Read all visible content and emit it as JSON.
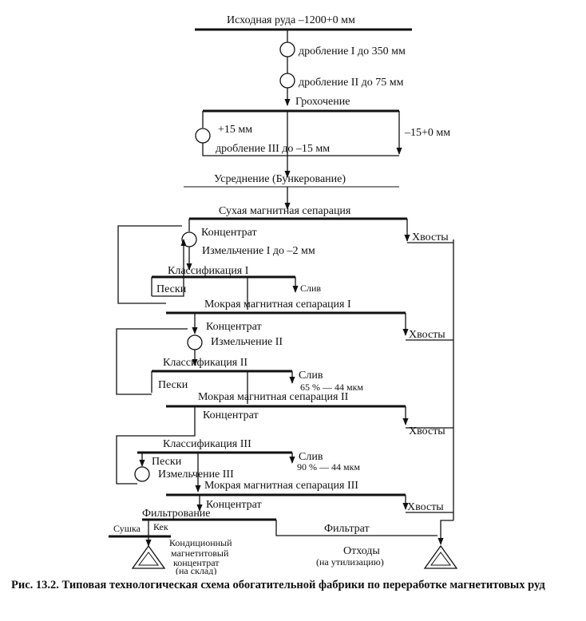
{
  "diagram": {
    "labels": {
      "ore": "Исходная руда –1200+0 мм",
      "crush1": "дробление I до 350 мм",
      "crush2": "дробление II до 75 мм",
      "screening": "Грохочение",
      "plus15": "+15 мм",
      "crush3": "дробление III до –15 мм",
      "minus15": "–15+0 мм",
      "averaging": "Усреднение (Бункерование)",
      "dry_sep": "Сухая магнитная сепарация",
      "conc1": "Концентрат",
      "grind1": "Измельчение I до –2 мм",
      "tails1": "Хвосты",
      "class1": "Классификация I",
      "sands1": "Пески",
      "slime1": "Слив",
      "wet_sep1": "Мокрая магнитная сепарация I",
      "conc2": "Концентрат",
      "grind2": "Измельчение II",
      "tails2": "Хвосты",
      "class2": "Классификация II",
      "sands2": "Пески",
      "slime2": "Слив",
      "slime2_size": "65 % — 44 мкм",
      "wet_sep2": "Мокрая магнитная сепарация II",
      "conc3": "Концентрат",
      "tails3": "Хвосты",
      "class3": "Классификация III",
      "sands3": "Пески",
      "slime3": "Слив",
      "slime3_size": "90 % — 44 мкм",
      "grind3": "Измельчение III",
      "wet_sep3": "Мокрая магнитная сепарация III",
      "conc4": "Концентрат",
      "tails4": "Хвосты",
      "filtration": "Фильтрование",
      "drying": "Сушка",
      "cake": "Кек",
      "filtrate": "Фильтрат",
      "final_conc": "Кондиционный магнетитовый концентрат (на склад)",
      "final_conc_l1": "Кондиционный",
      "final_conc_l2": "магнетитовый",
      "final_conc_l3": "концентрат",
      "final_conc_l4": "(на склад)",
      "waste_l1": "Отходы",
      "waste_l2": "(на утилизацию)"
    }
  },
  "caption": {
    "text": "Рис. 13.2. Типовая технологическая схема обогатительной фабрики по переработке магнетитовых руд"
  }
}
